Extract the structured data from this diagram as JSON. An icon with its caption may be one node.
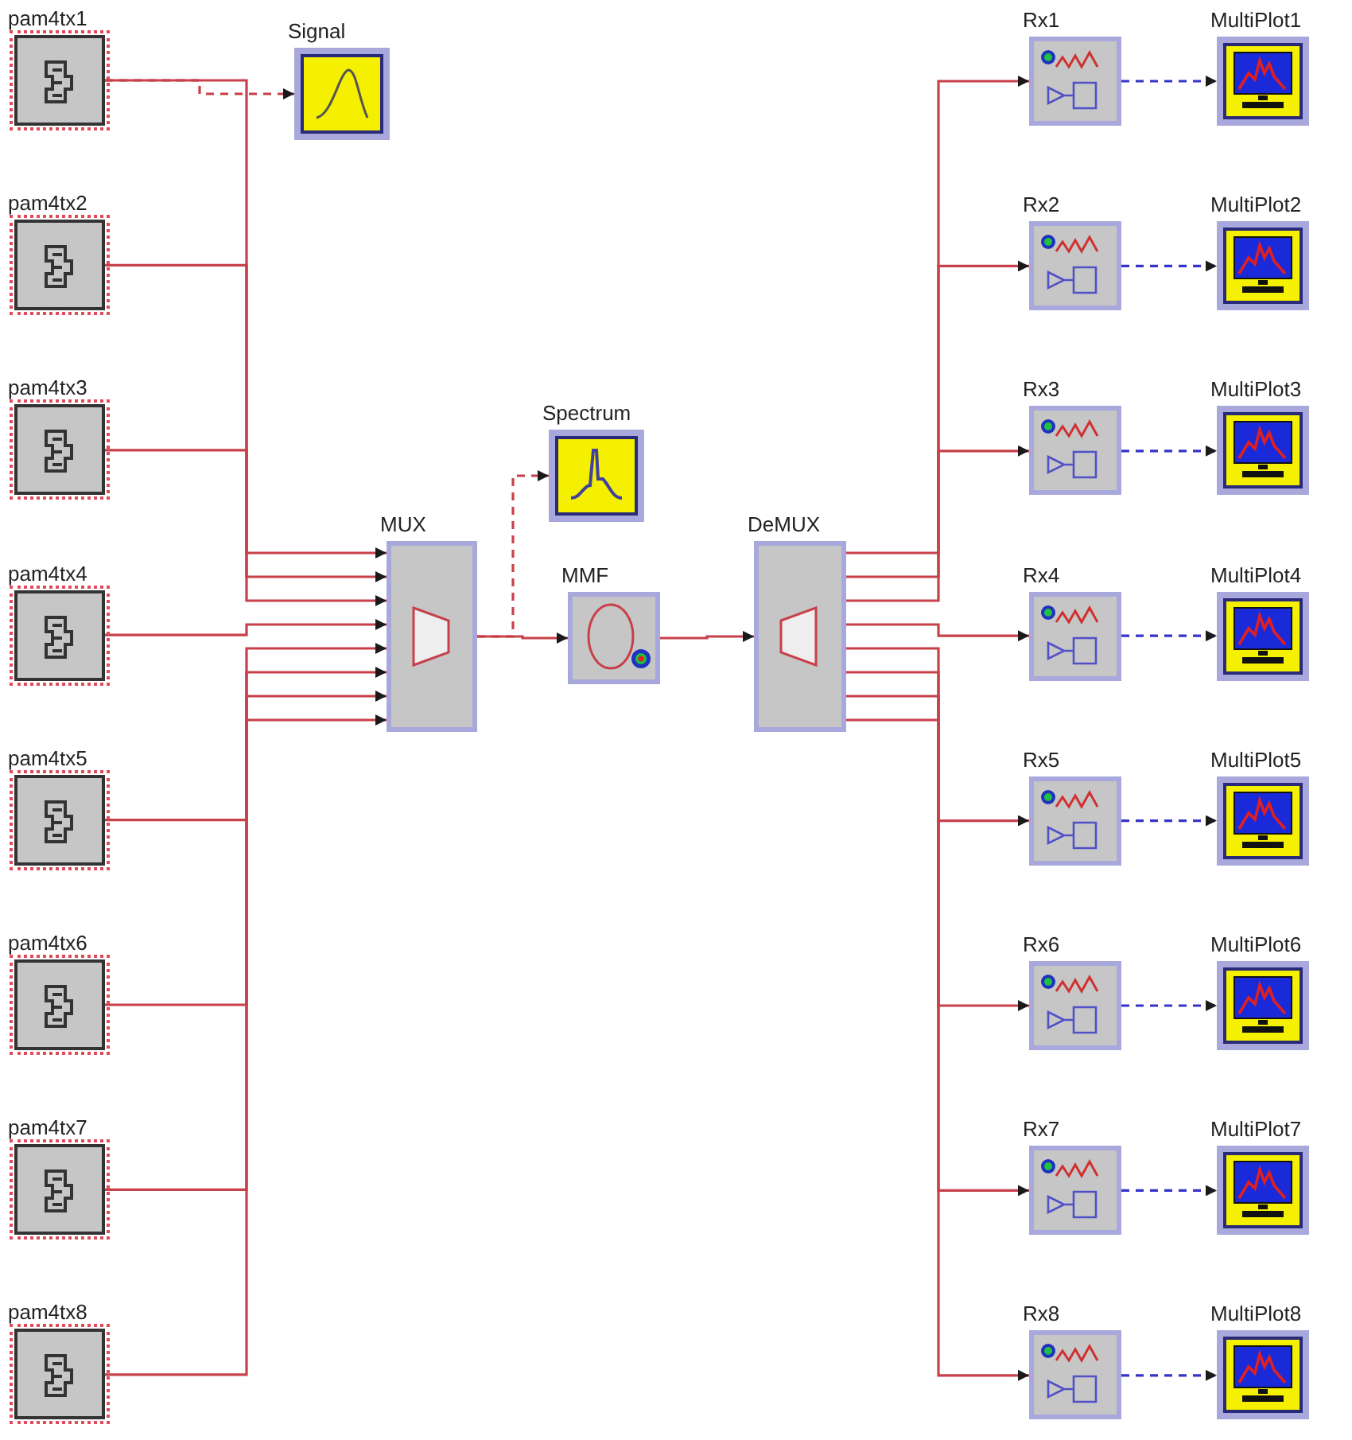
{
  "diagram": {
    "nodes": [
      {
        "text": [
          "pam4tx1"
        ]
      },
      {
        "text": [
          "pam4tx2"
        ]
      },
      {
        "text": [
          "pam4tx3"
        ]
      },
      {
        "text": [
          "pam4tx4"
        ]
      },
      {
        "text": [
          "pam4tx5"
        ]
      },
      {
        "text": [
          "pam4tx6"
        ]
      },
      {
        "text": [
          "pam4tx7"
        ]
      },
      {
        "text": [
          "pam4tx8"
        ]
      },
      {
        "text": [
          "Signal"
        ]
      },
      {
        "text": [
          "Spectrum"
        ]
      },
      {
        "text": [
          "MUX"
        ]
      },
      {
        "text": [
          "MMF"
        ]
      },
      {
        "text": [
          "DeMUX"
        ]
      },
      {
        "text": [
          "Rx1"
        ]
      },
      {
        "text": [
          "Rx2"
        ]
      },
      {
        "text": [
          "Rx3"
        ]
      },
      {
        "text": [
          "Rx4"
        ]
      },
      {
        "text": [
          "Rx5"
        ]
      },
      {
        "text": [
          "Rx6"
        ]
      },
      {
        "text": [
          "Rx7"
        ]
      },
      {
        "text": [
          "Rx8"
        ]
      },
      {
        "text": [
          "MultiPlot1"
        ]
      },
      {
        "text": [
          "MultiPlot2"
        ]
      },
      {
        "text": [
          "MultiPlot3"
        ]
      },
      {
        "text": [
          "MultiPlot4"
        ]
      },
      {
        "text": [
          "MultiPlot5"
        ]
      },
      {
        "text": [
          "MultiPlot6"
        ]
      },
      {
        "text": [
          "MultiPlot7"
        ]
      },
      {
        "text": [
          "MultiPlot8"
        ]
      }
    ],
    "edges": [
      {
        "from": 0,
        "to": 8,
        "arrow": "to",
        "style": "dashed"
      },
      {
        "from": 0,
        "to": 10,
        "arrow": "to"
      },
      {
        "from": 1,
        "to": 10,
        "arrow": "to"
      },
      {
        "from": 2,
        "to": 10,
        "arrow": "to"
      },
      {
        "from": 3,
        "to": 10,
        "arrow": "to"
      },
      {
        "from": 4,
        "to": 10,
        "arrow": "to"
      },
      {
        "from": 5,
        "to": 10,
        "arrow": "to"
      },
      {
        "from": 6,
        "to": 10,
        "arrow": "to"
      },
      {
        "from": 7,
        "to": 10,
        "arrow": "to"
      },
      {
        "from": 10,
        "to": 9,
        "arrow": "to",
        "style": "dashed"
      },
      {
        "from": 10,
        "to": 11,
        "arrow": "to"
      },
      {
        "from": 11,
        "to": 12,
        "arrow": "to"
      },
      {
        "from": 12,
        "to": 13,
        "arrow": "to"
      },
      {
        "from": 12,
        "to": 14,
        "arrow": "to"
      },
      {
        "from": 12,
        "to": 15,
        "arrow": "to"
      },
      {
        "from": 12,
        "to": 16,
        "arrow": "to"
      },
      {
        "from": 12,
        "to": 17,
        "arrow": "to"
      },
      {
        "from": 12,
        "to": 18,
        "arrow": "to"
      },
      {
        "from": 12,
        "to": 19,
        "arrow": "to"
      },
      {
        "from": 12,
        "to": 20,
        "arrow": "to"
      },
      {
        "from": 13,
        "to": 21,
        "arrow": "to",
        "style": "dashed",
        "color": "#3434c8"
      },
      {
        "from": 14,
        "to": 22,
        "arrow": "to",
        "style": "dashed",
        "color": "#3434c8"
      },
      {
        "from": 15,
        "to": 23,
        "arrow": "to",
        "style": "dashed",
        "color": "#3434c8"
      },
      {
        "from": 16,
        "to": 24,
        "arrow": "to",
        "style": "dashed",
        "color": "#3434c8"
      },
      {
        "from": 17,
        "to": 25,
        "arrow": "to",
        "style": "dashed",
        "color": "#3434c8"
      },
      {
        "from": 18,
        "to": 26,
        "arrow": "to",
        "style": "dashed",
        "color": "#3434c8"
      },
      {
        "from": 19,
        "to": 27,
        "arrow": "to",
        "style": "dashed",
        "color": "#3434c8"
      },
      {
        "from": 20,
        "to": 28,
        "arrow": "to",
        "style": "dashed",
        "color": "#3434c8"
      }
    ]
  }
}
